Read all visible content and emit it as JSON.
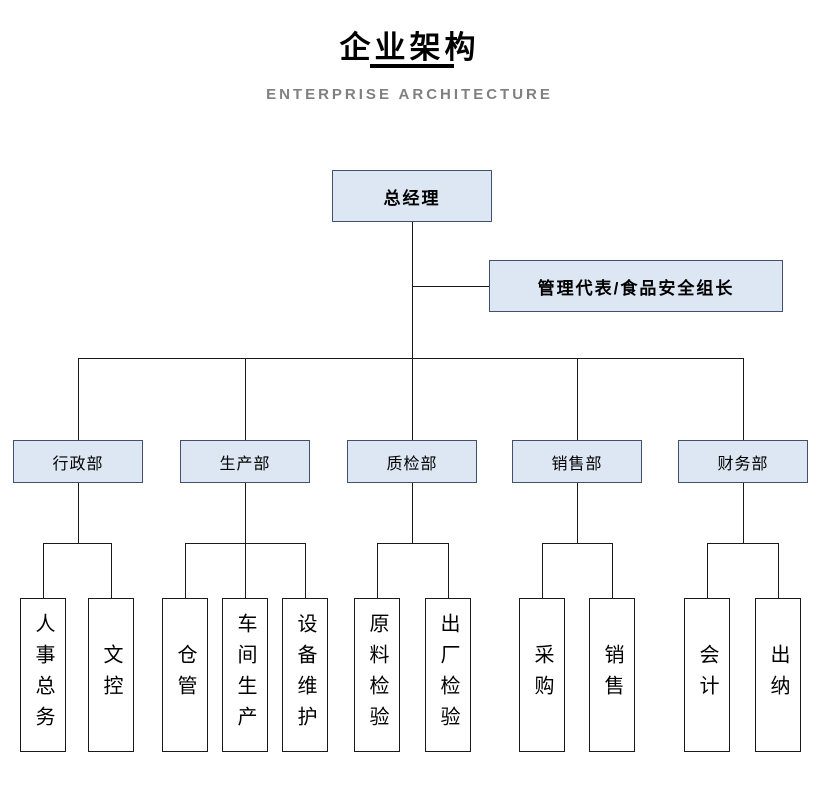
{
  "header": {
    "title": "企业架构",
    "subtitle": "ENTERPRISE ARCHITECTURE"
  },
  "chart": {
    "root": "总经理",
    "staff": "管理代表/食品安全组长",
    "departments": [
      {
        "label": "行政部",
        "children": [
          "人事总务",
          "文控"
        ]
      },
      {
        "label": "生产部",
        "children": [
          "仓管",
          "车间生产",
          "设备维护"
        ]
      },
      {
        "label": "质检部",
        "children": [
          "原料检验",
          "出厂检验"
        ]
      },
      {
        "label": "销售部",
        "children": [
          "采购",
          "销售"
        ]
      },
      {
        "label": "财务部",
        "children": [
          "会计",
          "出纳"
        ]
      }
    ]
  },
  "colors": {
    "node_fill": "#dde7f3",
    "node_border": "#41506b",
    "leaf_fill": "#ffffff",
    "leaf_border": "#1a1a1a",
    "line": "#1a1a1a",
    "title": "#000000",
    "subtitle": "#808080"
  }
}
